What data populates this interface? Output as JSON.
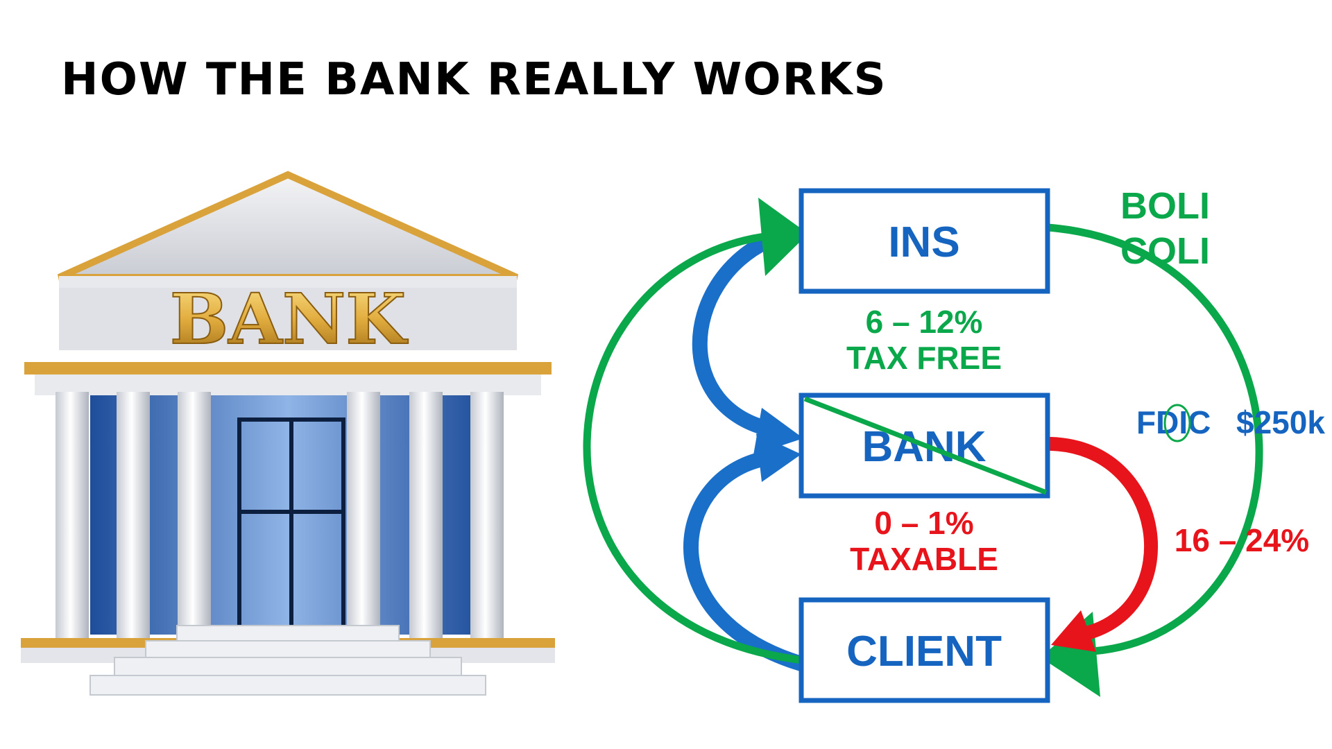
{
  "title": "HOW THE BANK REALLY WORKS",
  "illustration": {
    "sign_text": "BANK"
  },
  "diagram": {
    "nodes": {
      "ins": "INS",
      "bank": "BANK",
      "client": "CLIENT"
    },
    "labels": {
      "ins_rate": "6 – 12%",
      "ins_tax": "TAX FREE",
      "bank_rate": "0 – 1%",
      "bank_tax": "TAXABLE",
      "loan_rate": "16 – 24%",
      "boli": "BOLI",
      "coli": "COLI",
      "fdic": "FDIC",
      "fdic_limit": "$250k"
    },
    "colors": {
      "box_border": "#1565c0",
      "node_text": "#1565c0",
      "green": "#0aa84a",
      "red": "#e8141b",
      "blue_arrow": "#1a6fc9",
      "gold": "#d9a23b"
    }
  }
}
